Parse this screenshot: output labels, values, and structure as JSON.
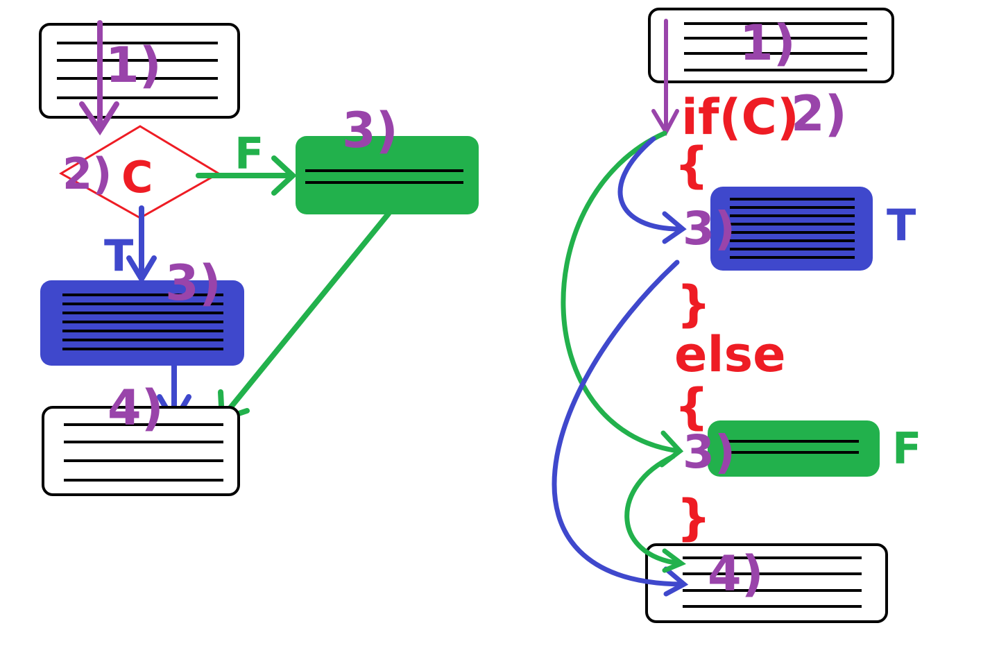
{
  "colors": {
    "purple": "#9944aa",
    "red": "#ee1c24",
    "blue": "#3f48cc",
    "green": "#22b14c",
    "black": "#000000"
  },
  "labels": {
    "step1": "1)",
    "step2": "2)",
    "step3": "3)",
    "step4": "4)",
    "condition": "C",
    "true_branch": "T",
    "false_branch": "F",
    "if_stmt": "if(C)",
    "open_brace": "{",
    "close_brace": "}",
    "else_kw": "else"
  }
}
